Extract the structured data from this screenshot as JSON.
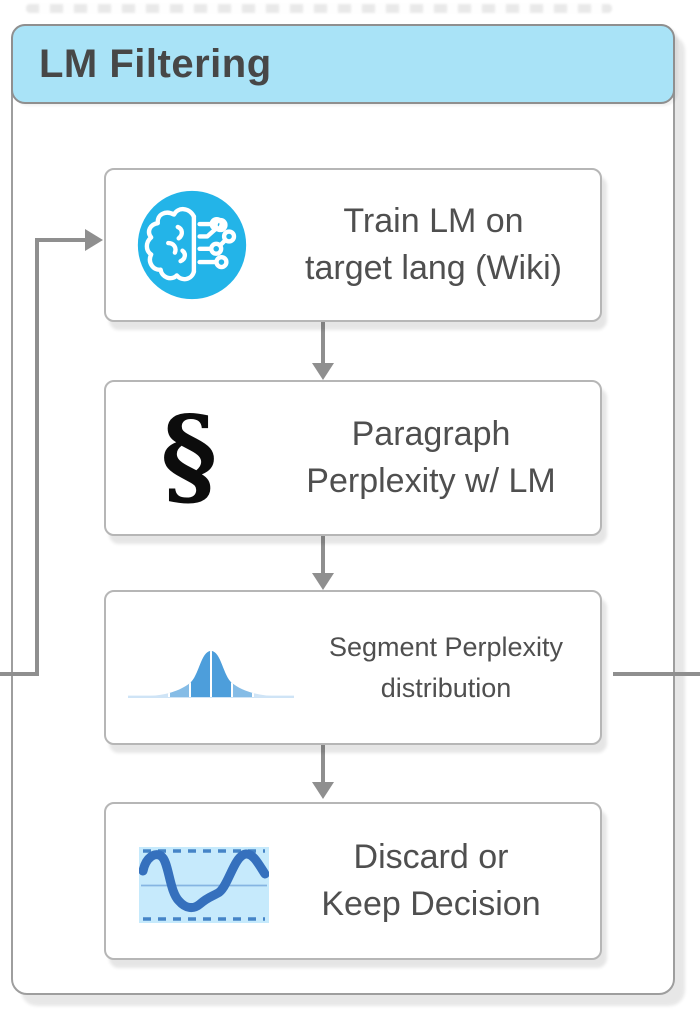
{
  "figure": {
    "title": "LM Filtering"
  },
  "steps": [
    {
      "icon": "brain-circuit-icon",
      "line1": "Train LM on",
      "line2": "target lang (Wiki)"
    },
    {
      "icon": "section-sign-icon",
      "symbol": "§",
      "line1": "Paragraph",
      "line2": "Perplexity w/ LM"
    },
    {
      "icon": "bell-curve-icon",
      "line1": "Segment Perplexity",
      "line2": "distribution"
    },
    {
      "icon": "wave-chart-icon",
      "line1": "Discard or",
      "line2": "Keep Decision"
    }
  ],
  "colors": {
    "header_bg": "#a9e3f7",
    "panel_border": "#9e9e9e",
    "box_border": "#b6b6b6",
    "text": "#4f4f4f",
    "connector": "#8f8f8f",
    "brain_icon_bg": "#23b4e8",
    "bell_center": "#4d9edb",
    "bell_mid": "#85bce6",
    "bell_outer": "#cfe4f6",
    "wave_bg": "#c6eafc",
    "wave_stroke": "#3570bd",
    "wave_dash": "#4584c7"
  }
}
